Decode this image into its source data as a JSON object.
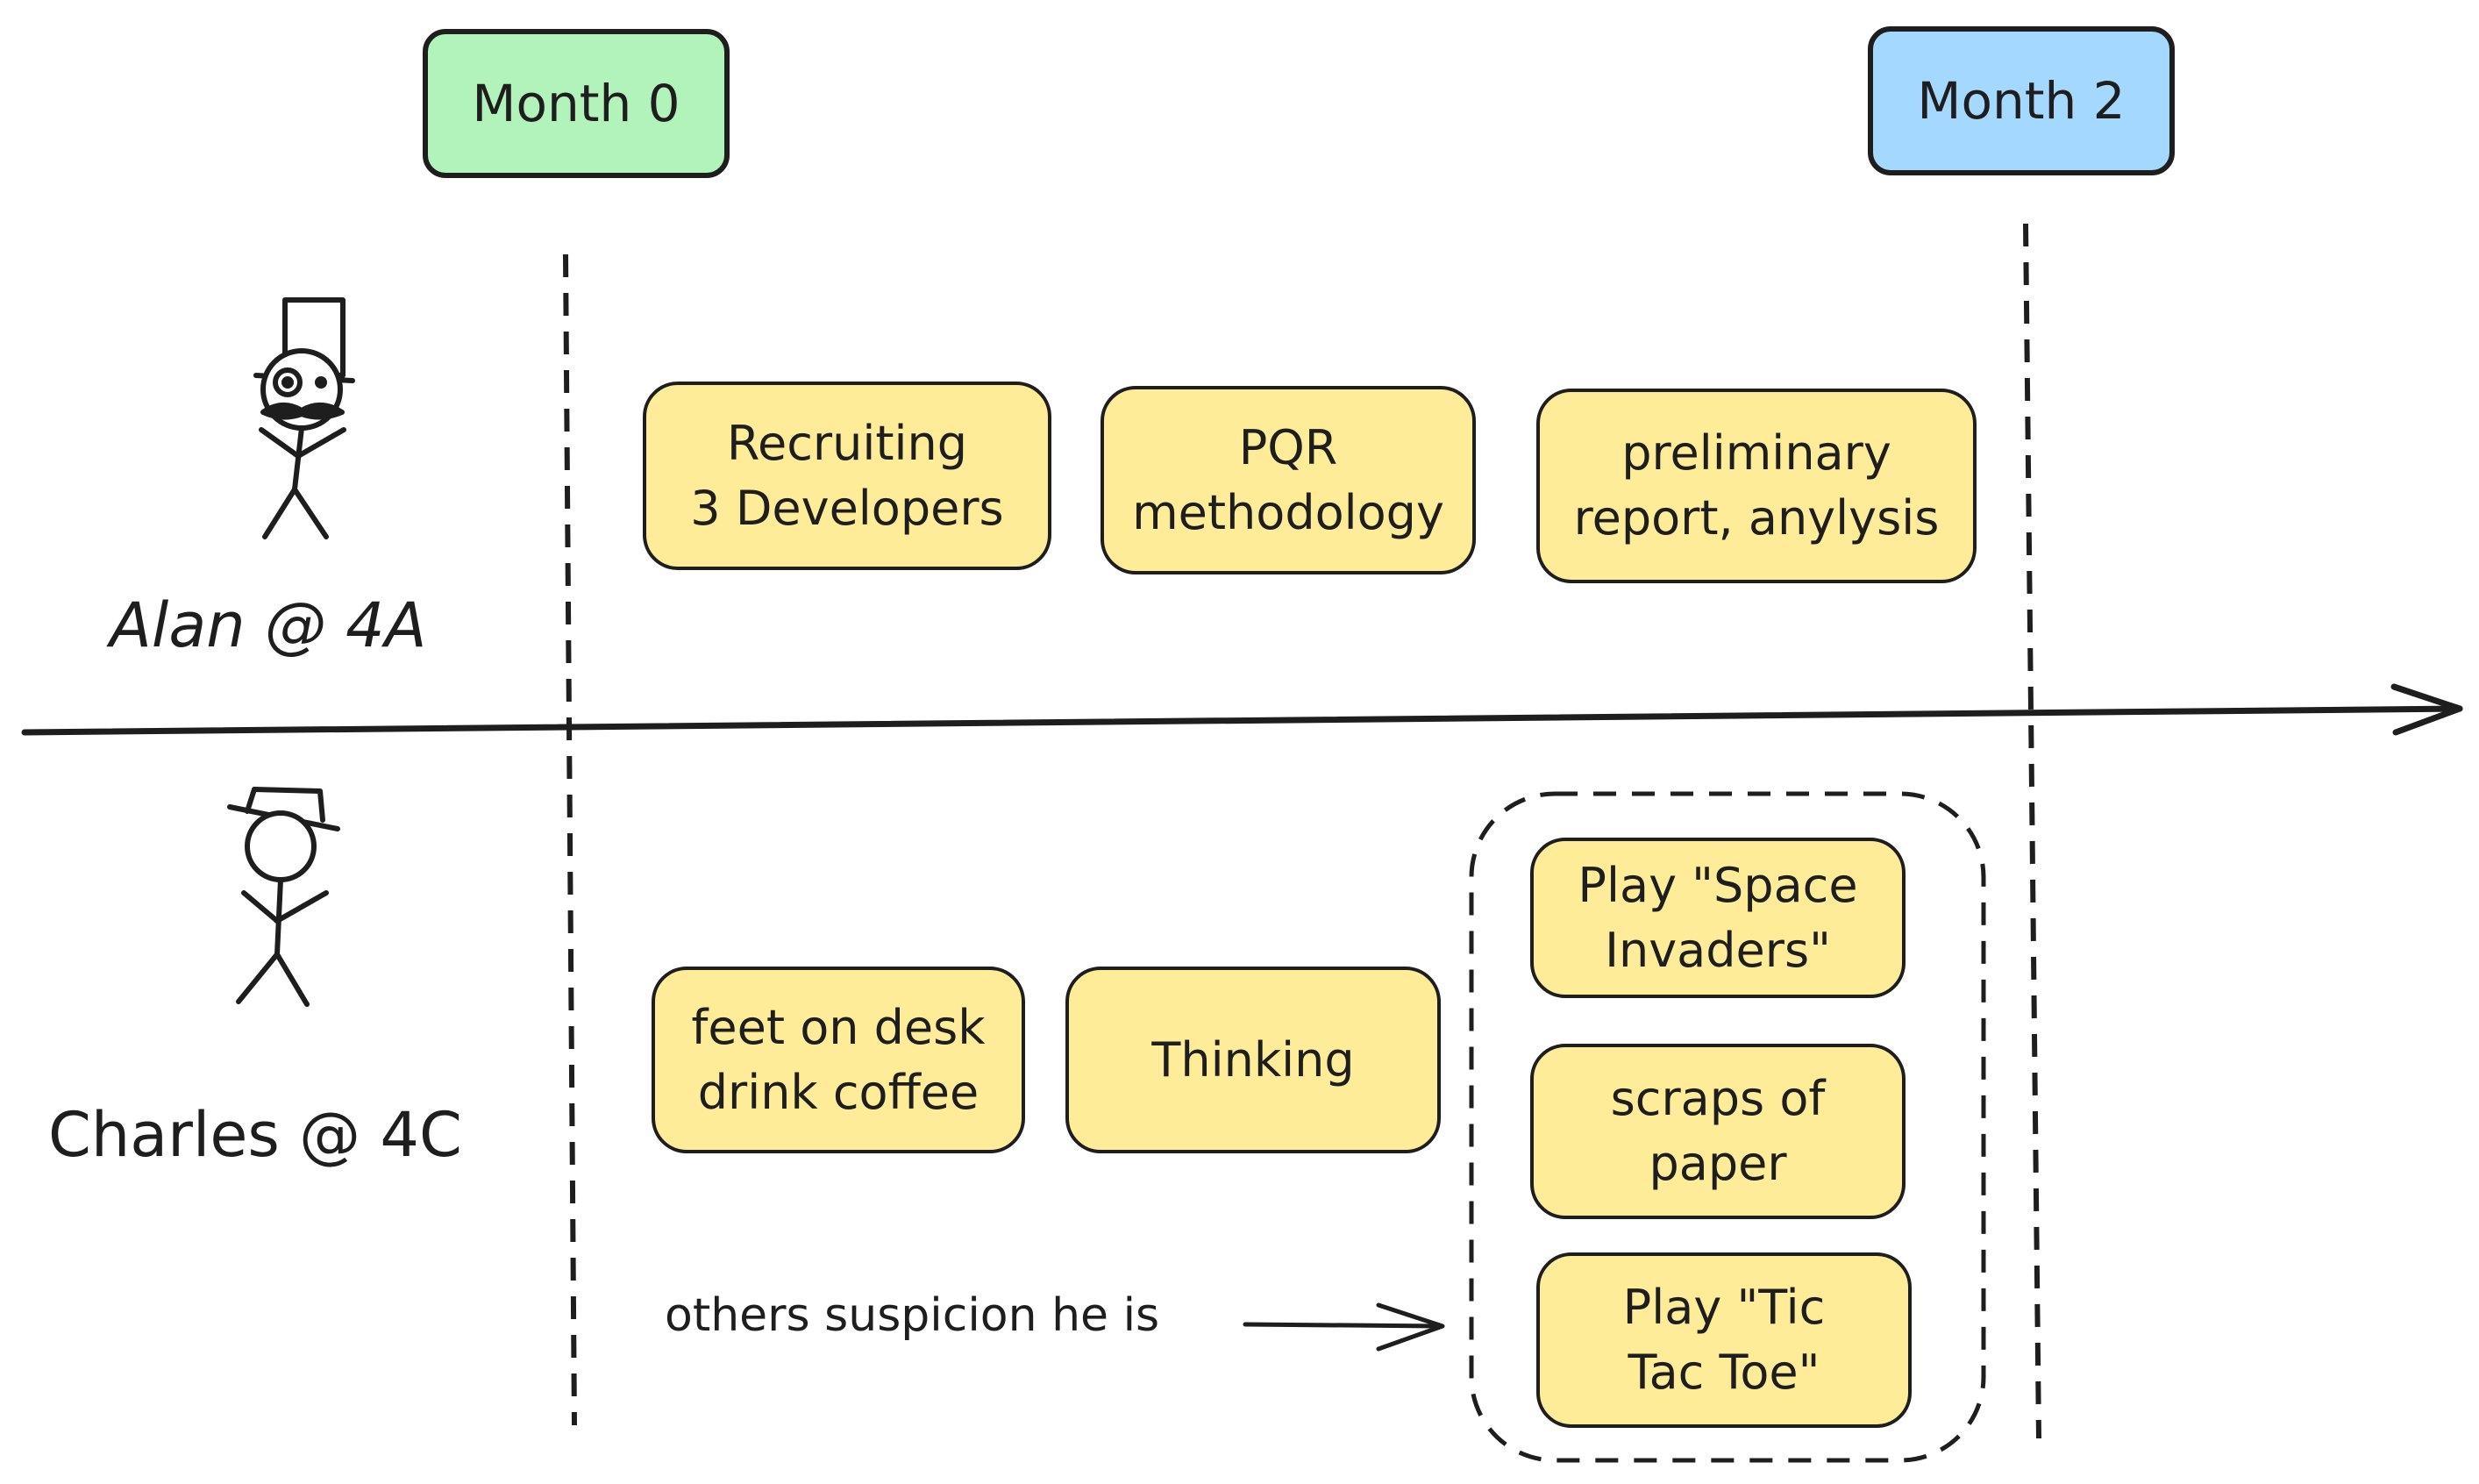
{
  "months": {
    "start": {
      "label": "Month 0",
      "color": "#b2f2bb"
    },
    "end": {
      "label": "Month 2",
      "color": "#a5d8ff"
    }
  },
  "people": {
    "alan": {
      "name": "Alan @ 4A",
      "tasks": [
        "Recruiting\n3 Developers",
        "PQR\nmethodology",
        "preliminary\nreport, anylysis"
      ]
    },
    "charles": {
      "name": "Charles @ 4C",
      "tasks": [
        "feet on desk\ndrink coffee",
        "Thinking"
      ],
      "suspicion_label": "others suspicion he is",
      "suspected": [
        "Play \"Space\nInvaders\"",
        "scraps of\npaper",
        "Play \"Tic\nTac Toe\""
      ]
    }
  },
  "colors": {
    "note": "#ffec99",
    "stroke": "#1e1e1e"
  }
}
